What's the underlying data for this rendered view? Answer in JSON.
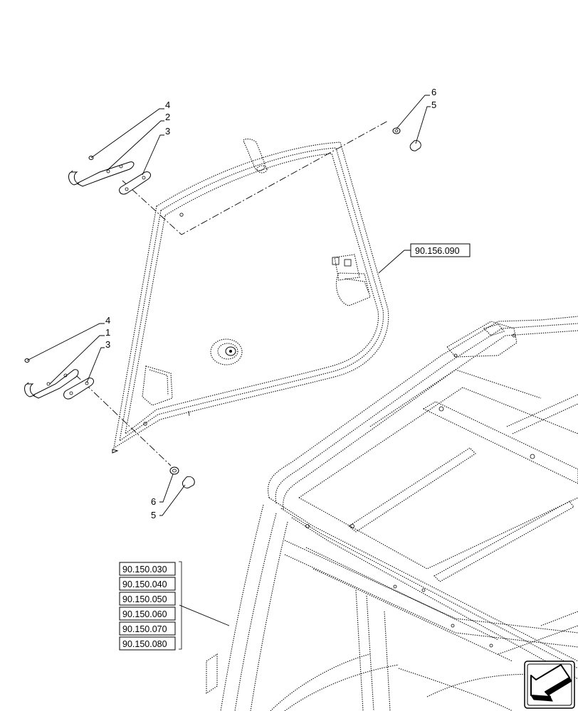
{
  "callouts": {
    "upper_left": [
      "4",
      "2",
      "3"
    ],
    "lower_left": [
      "4",
      "1",
      "3"
    ],
    "upper_right": [
      "6",
      "5"
    ],
    "lower_center": [
      "6",
      "5"
    ]
  },
  "references": {
    "glass": "90.156.090",
    "frame": [
      "90.150.030",
      "90.150.040",
      "90.150.050",
      "90.150.060",
      "90.150.070",
      "90.150.080"
    ]
  },
  "icon": "view-direction-arrow-icon"
}
